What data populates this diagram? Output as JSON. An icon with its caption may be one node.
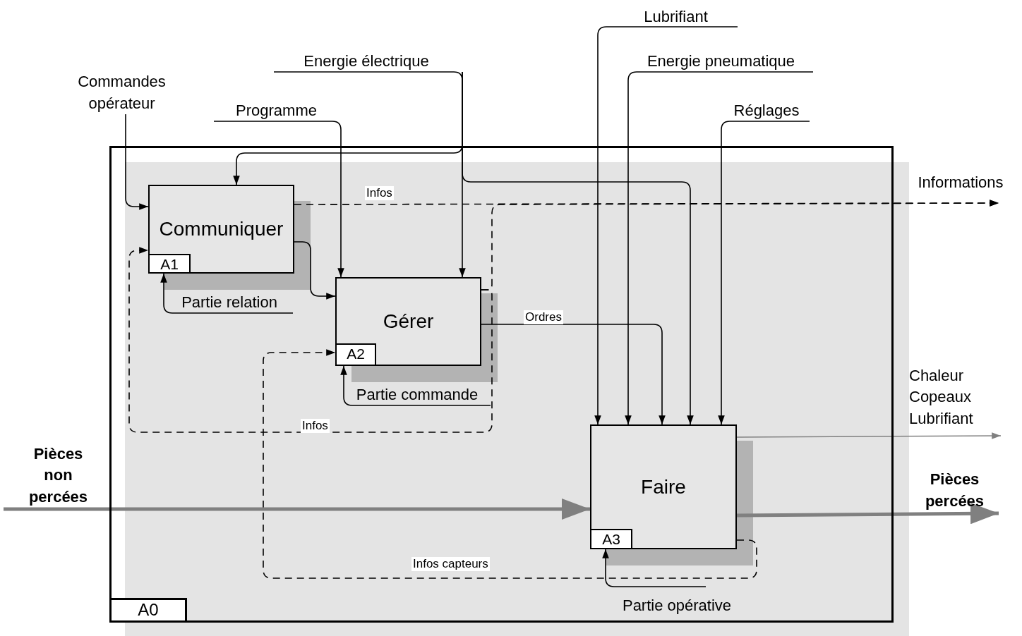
{
  "diagram": {
    "nodes": [
      {
        "text": [
          "A0"
        ]
      },
      {
        "text": [
          "Communiquer",
          "A1"
        ],
        "in": 0
      },
      {
        "text": [
          "Gérer",
          "A2"
        ],
        "in": 0
      },
      {
        "text": [
          "Faire",
          "A3"
        ],
        "in": 0
      },
      {
        "text": [
          "Commandes opérateur"
        ]
      },
      {
        "text": [
          "Programme"
        ]
      },
      {
        "text": [
          "Energie électrique"
        ]
      },
      {
        "text": [
          "Lubrifiant"
        ]
      },
      {
        "text": [
          "Energie pneumatique"
        ]
      },
      {
        "text": [
          "Réglages"
        ]
      },
      {
        "text": [
          "Pièces non percées"
        ]
      },
      {
        "text": [
          "Informations"
        ]
      },
      {
        "text": [
          "Chaleur Copeaux Lubrifiant"
        ]
      },
      {
        "text": [
          "Pièces percées"
        ]
      },
      {
        "text": [
          "Partie relation"
        ],
        "in": 0
      },
      {
        "text": [
          "Partie commande"
        ],
        "in": 0
      },
      {
        "text": [
          "Partie opérative"
        ],
        "in": 0
      }
    ],
    "edges": [
      {
        "from": 4,
        "to": 1,
        "arrow": "to"
      },
      {
        "from": 5,
        "to": 2,
        "arrow": "to"
      },
      {
        "from": 6,
        "to": 2,
        "arrow": "to"
      },
      {
        "from": 6,
        "to": 1,
        "arrow": "to"
      },
      {
        "from": 6,
        "to": 3,
        "arrow": "to"
      },
      {
        "from": 7,
        "to": 3,
        "arrow": "to"
      },
      {
        "from": 8,
        "to": 3,
        "arrow": "to"
      },
      {
        "from": 9,
        "to": 3,
        "arrow": "to"
      },
      {
        "from": 1,
        "to": 2,
        "arrow": "to"
      },
      {
        "from": 2,
        "to": 3,
        "arrow": "to",
        "label": "Ordres"
      },
      {
        "from": 1,
        "to": 11,
        "arrow": "to",
        "label": "Infos",
        "style": "dashed"
      },
      {
        "from": 2,
        "to": 11,
        "arrow": "to",
        "style": "dashed"
      },
      {
        "from": 2,
        "to": 1,
        "arrow": "to",
        "label": "Infos",
        "style": "dashed"
      },
      {
        "from": 3,
        "to": 2,
        "arrow": "to",
        "label": "Infos capteurs",
        "style": "dashed"
      },
      {
        "from": 10,
        "to": 3,
        "arrow": "to",
        "style": "thick",
        "color": "#808080"
      },
      {
        "from": 3,
        "to": 13,
        "arrow": "to",
        "style": "thick",
        "color": "#808080"
      },
      {
        "from": 3,
        "to": 12,
        "arrow": "to",
        "color": "#808080"
      },
      {
        "from": 14,
        "to": 1,
        "arrow": "to"
      },
      {
        "from": 15,
        "to": 2,
        "arrow": "to"
      },
      {
        "from": 16,
        "to": 3,
        "arrow": "to"
      }
    ]
  }
}
